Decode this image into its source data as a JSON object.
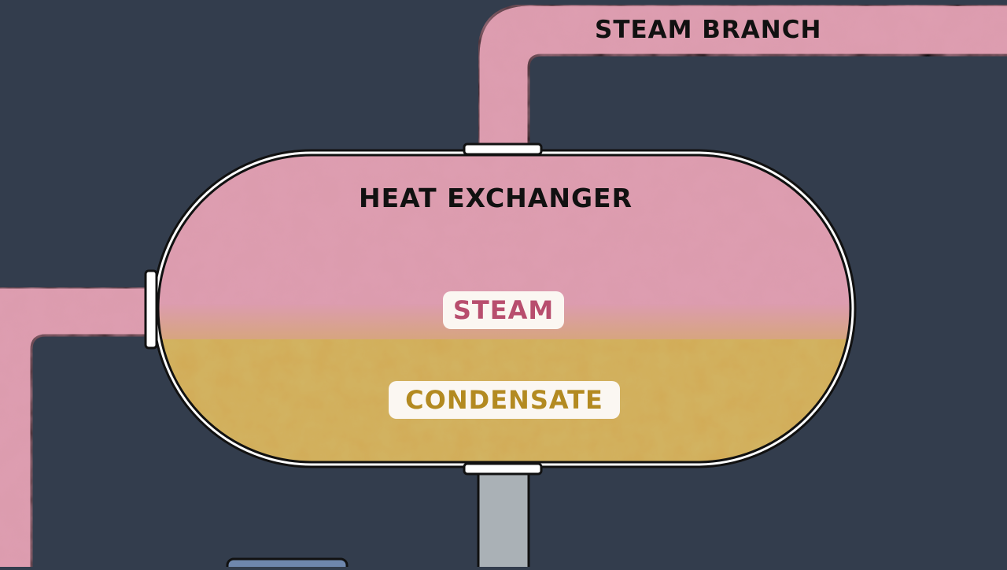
{
  "labels": {
    "heat_exchanger": "HEAT EXCHANGER",
    "steam_branch": "STEAM BRANCH",
    "steam": "STEAM",
    "condensate": "CONDENSATE"
  },
  "colors": {
    "background": "#333d4d",
    "steam": "#dc9cae",
    "steam_dark": "#c9788f",
    "condensate": "#d2ac58",
    "condensate_dark": "#b98f35",
    "drain_pipe": "#aab1b6",
    "trap": "#6f87ad",
    "steam_text": "#b84e6e",
    "condensate_text": "#b38a21",
    "outline": "#111111",
    "white": "#ffffff"
  },
  "fill": {
    "condensate_level": 0.4
  }
}
